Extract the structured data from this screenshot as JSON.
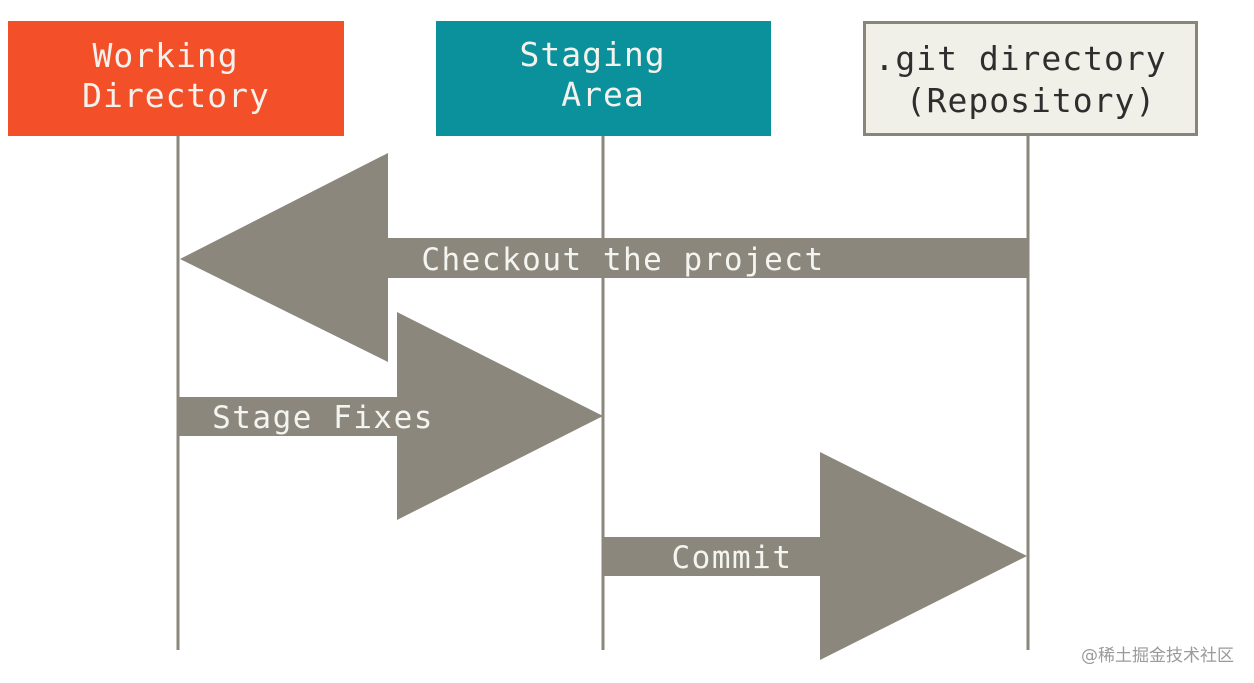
{
  "colors": {
    "working_directory": "#f34f29",
    "staging_area": "#0a919c",
    "repository_fill": "#f0efe8",
    "repository_border": "#8a8579",
    "arrow": "#8b877c",
    "lifeline": "#8b877c",
    "box_text_light": "#f5f1ec",
    "box_text_dark": "#2e2e2e",
    "arrow_text": "#f4f4f0"
  },
  "areas": [
    {
      "id": "working",
      "line1": "Working",
      "line2": "Directory"
    },
    {
      "id": "staging",
      "line1": "Staging",
      "line2": "Area"
    },
    {
      "id": "repo",
      "line1": ".git directory",
      "line2": "(Repository)"
    }
  ],
  "actions": [
    {
      "label": "Checkout the project",
      "from": "repo",
      "to": "working"
    },
    {
      "label": "Stage Fixes",
      "from": "working",
      "to": "staging"
    },
    {
      "label": "Commit",
      "from": "staging",
      "to": "repo"
    }
  ],
  "watermark": "@稀土掘金技术社区"
}
